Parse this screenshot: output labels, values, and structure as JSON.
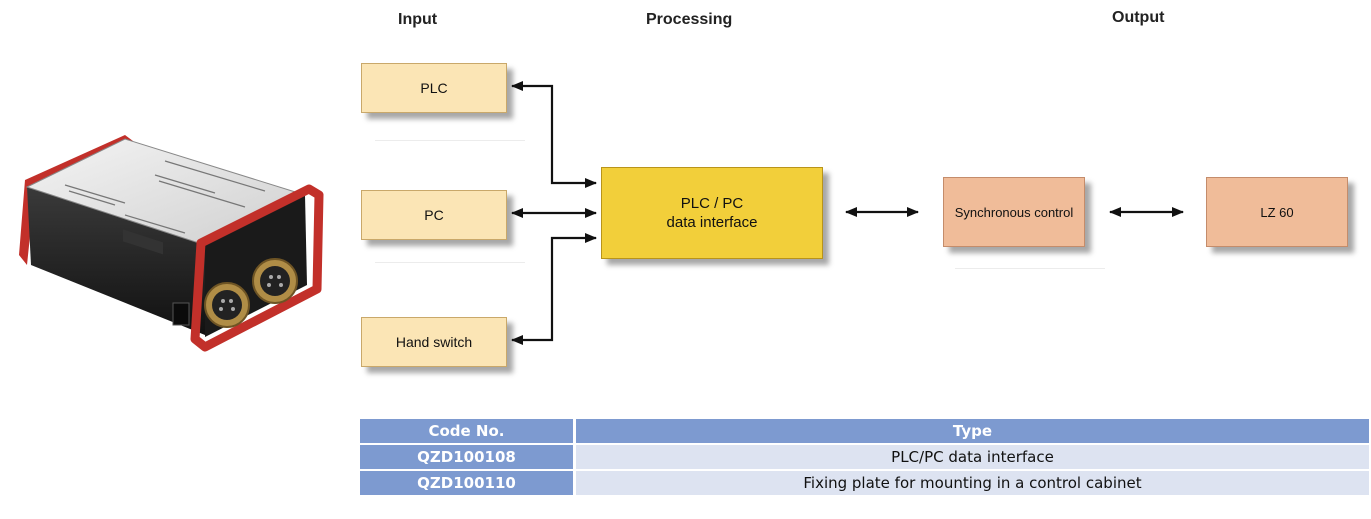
{
  "columns": {
    "input": "Input",
    "processing": "Processing",
    "output": "Output"
  },
  "inputs": {
    "plc": "PLC",
    "pc": "PC",
    "hand_switch": "Hand switch"
  },
  "processing": {
    "line1": "PLC / PC",
    "line2": "data interface"
  },
  "outputs": {
    "sync": "Synchronous control",
    "lz": "LZ 60"
  },
  "table": {
    "headers": [
      "Code No.",
      "Type"
    ],
    "rows": [
      {
        "code": "QZD100108",
        "type": "PLC/PC data interface"
      },
      {
        "code": "QZD100110",
        "type": "Fixing plate for mounting in a control cabinet"
      }
    ]
  },
  "colors": {
    "input_box": "#fbe5b5",
    "processing_box": "#f2cf3a",
    "output_box": "#f0bc99",
    "table_header": "#7d9ad0",
    "table_row": "#dde3f1"
  }
}
